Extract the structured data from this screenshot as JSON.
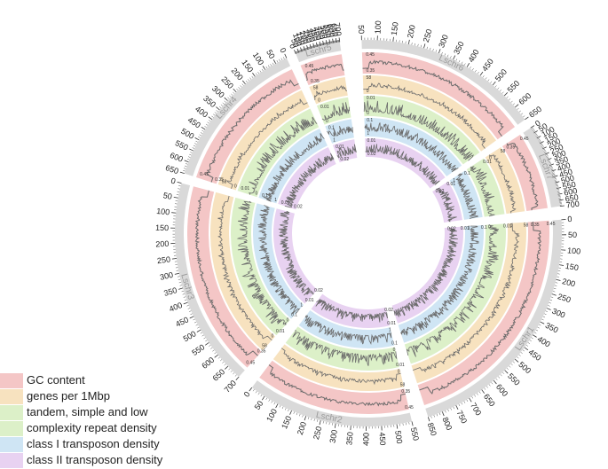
{
  "chromosomes": [
    {
      "name": "Lschr1",
      "ticks": [
        "0",
        "50",
        "100",
        "150",
        "200",
        "250",
        "300",
        "350",
        "400",
        "450",
        "500",
        "550",
        "600",
        "650",
        "700",
        "750",
        "800",
        "850"
      ]
    },
    {
      "name": "Lschr2",
      "ticks": [
        "550",
        "500",
        "450",
        "400",
        "350",
        "300",
        "250",
        "200",
        "150",
        "100",
        "50",
        "0"
      ]
    },
    {
      "name": "Lschr3",
      "ticks": [
        "700",
        "650",
        "600",
        "550",
        "500",
        "450",
        "400",
        "350",
        "300",
        "250",
        "200",
        "150",
        "100",
        "50",
        "0"
      ]
    },
    {
      "name": "Lschr4",
      "ticks": [
        "650",
        "600",
        "550",
        "500",
        "450",
        "400",
        "350",
        "300",
        "250",
        "200",
        "150",
        "100",
        "50",
        "0"
      ]
    },
    {
      "name": "Lschr5",
      "ticks": [
        "0",
        "50",
        "100",
        "150",
        "200",
        "250",
        "300",
        "350",
        "400",
        "450",
        "500",
        "550",
        "600",
        "650",
        "700"
      ]
    },
    {
      "name": "Lschr6",
      "ticks": [
        "50",
        "100",
        "150",
        "200",
        "250",
        "300",
        "350",
        "400",
        "450",
        "500",
        "550",
        "600",
        "650"
      ]
    },
    {
      "name": "Lschr7",
      "ticks": [
        "0",
        "50",
        "100",
        "150",
        "200",
        "250",
        "300",
        "350",
        "400",
        "450",
        "500",
        "550",
        "600",
        "650",
        "700"
      ]
    }
  ],
  "tracks": [
    {
      "label": "GC content",
      "color": "#f4c6c6",
      "scale": [
        "0.45",
        "0.35"
      ]
    },
    {
      "label": "genes per 1Mbp",
      "color": "#f7e2bf",
      "scale": [
        "58",
        "0"
      ]
    },
    {
      "label": "tandem, simple and low complexity repeat density",
      "color": "#dcf0c8",
      "scale": [
        "0.01",
        "0"
      ]
    },
    {
      "label": "class I transposon density",
      "color": "#cfe5f4",
      "scale": [
        "0.1",
        "1"
      ]
    },
    {
      "label": "class II transposon density",
      "color": "#e8d2f1",
      "scale": [
        "0.01",
        "0.02"
      ]
    }
  ],
  "legend": {
    "items": [
      {
        "label": "GC content",
        "color": "#f4c6c6"
      },
      {
        "label": "genes per 1Mbp",
        "color": "#f7e2bf"
      },
      {
        "label": "tandem, simple and low",
        "color": "#dcf0c8"
      },
      {
        "label": "complexity repeat density",
        "color": ""
      },
      {
        "label": "class I transposon density",
        "color": "#cfe5f4"
      },
      {
        "label": "class II transposon density",
        "color": "#e8d2f1"
      }
    ]
  },
  "colors": {
    "ideogram": "#d9d9d9",
    "trace": "#6b6b6b",
    "label": "#9a9a9a"
  }
}
